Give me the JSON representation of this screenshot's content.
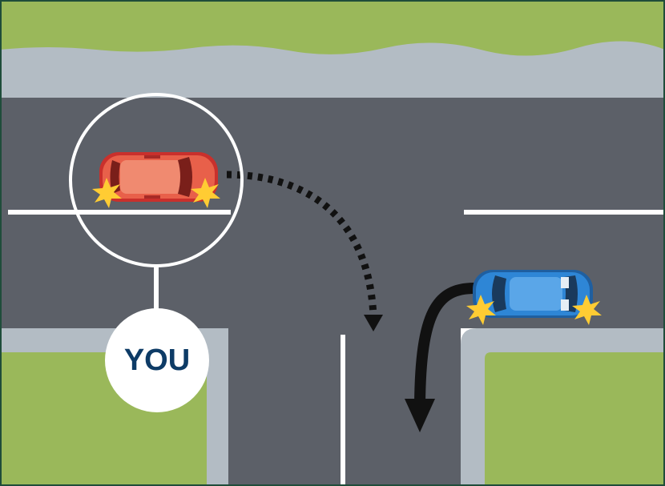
{
  "scene": {
    "description_labels": {
      "you_marker": "YOU"
    },
    "colors": {
      "frame": "#1f4d3a",
      "grass": "#9ab85a",
      "footpath": "#b3bcc4",
      "road": "#5c6068",
      "road_line": "#ffffff",
      "your_car": "#e8604a",
      "other_car": "#2e86d6",
      "indicator_flash": "#ffcc33",
      "label_text": "#0d3b66"
    },
    "icons": {
      "your_car": "red-car-icon",
      "other_car": "blue-car-icon",
      "your_path": "dotted-right-turn-arrow",
      "other_path": "solid-right-turn-arrow",
      "indicator": "indicator-flash-icon"
    }
  }
}
